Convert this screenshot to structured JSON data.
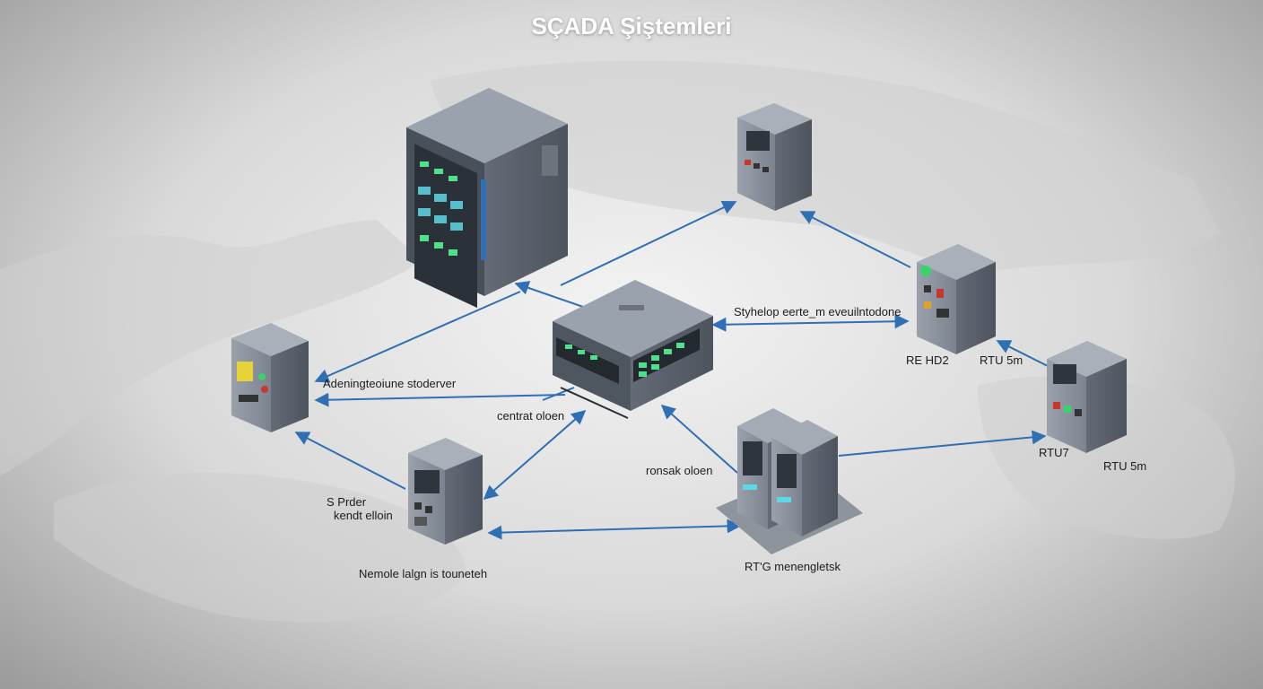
{
  "title": "SÇADA Şiştemleri",
  "colors": {
    "link": "#2f6fb3",
    "device_body": "#7f8794",
    "screen_glow": "#4fe08a",
    "server_glow": "#5fd8e6"
  },
  "nodes": {
    "main_server": {
      "icon": "server-rack-icon"
    },
    "rtu_top": {
      "icon": "control-cabinet-icon"
    },
    "rtu_right_upper": {
      "icon": "control-cabinet-icon",
      "label_a": "RE HD2",
      "label_b": "RTU 5m"
    },
    "rtu_right_lower": {
      "icon": "control-cabinet-icon",
      "label_a": "RTU7",
      "label_b": "RTU 5m"
    },
    "rtu_left": {
      "icon": "control-cabinet-icon"
    },
    "rtu_bottom_left": {
      "icon": "control-cabinet-icon",
      "label_a": "S Prder",
      "label_b": "kendt elloin"
    },
    "central_unit": {
      "icon": "central-controller-icon"
    },
    "rtu_server_bottom": {
      "icon": "server-cluster-icon"
    }
  },
  "labels": {
    "link_right": "Styhelop eerte_m eveuilntodone",
    "left_server": "Adeningteoiune stoderver",
    "central": "centrat oloen",
    "remote_lower": "ronsak oloen",
    "bottom_left": "Nemole lalgn is touneteh",
    "bottom_right": "RT'G menengletsk"
  }
}
